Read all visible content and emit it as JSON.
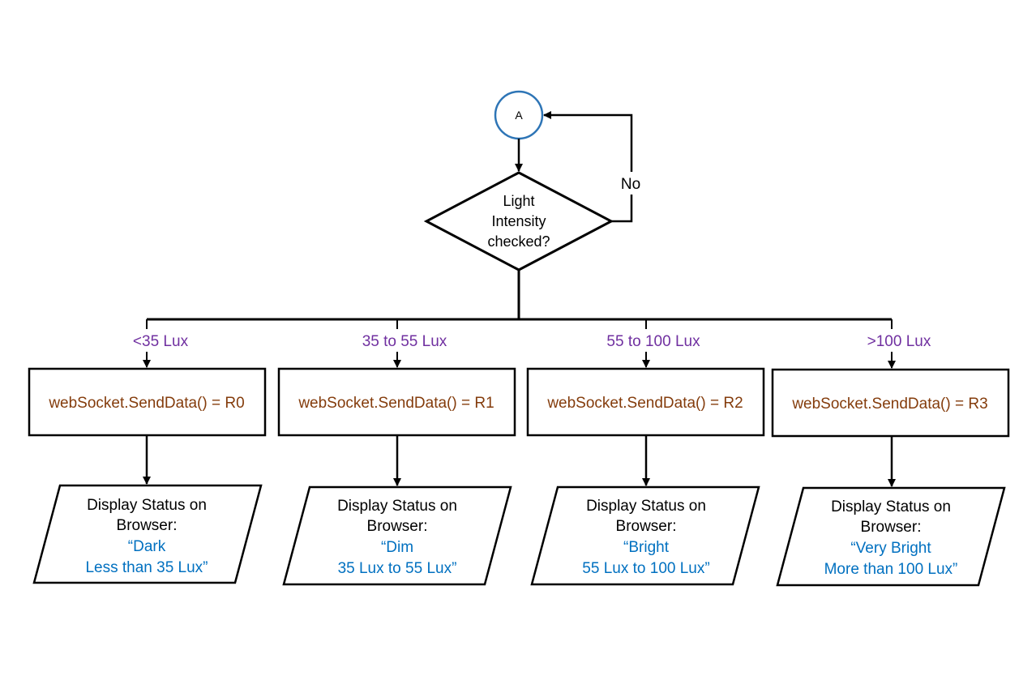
{
  "connector": {
    "label": "A"
  },
  "decision": {
    "lines": [
      "Light",
      "Intensity",
      "checked?"
    ],
    "no_label": "No"
  },
  "branches": [
    {
      "label": "<35 Lux",
      "process": "webSocket.SendData() = R0",
      "output": {
        "line1": "Display Status on",
        "line2": "Browser:",
        "line3": "“Dark",
        "line4": "Less than 35 Lux”"
      }
    },
    {
      "label": "35 to 55 Lux",
      "process": "webSocket.SendData() = R1",
      "output": {
        "line1": "Display Status on",
        "line2": "Browser:",
        "line3": "“Dim",
        "line4": "35 Lux to 55 Lux”"
      }
    },
    {
      "label": "55 to 100 Lux",
      "process": "webSocket.SendData() = R2",
      "output": {
        "line1": "Display Status on",
        "line2": "Browser:",
        "line3": "“Bright",
        "line4": "55 Lux to 100 Lux”"
      }
    },
    {
      "label": ">100 Lux",
      "process": "webSocket.SendData() = R3",
      "output": {
        "line1": "Display Status on",
        "line2": "Browser:",
        "line3": "“Very Bright",
        "line4": "More than 100 Lux”"
      }
    }
  ],
  "colors": {
    "connector_stroke": "#2e75b6",
    "branch_label": "#7030a0",
    "process_text": "#843c0c",
    "output_highlight": "#0070c0"
  }
}
